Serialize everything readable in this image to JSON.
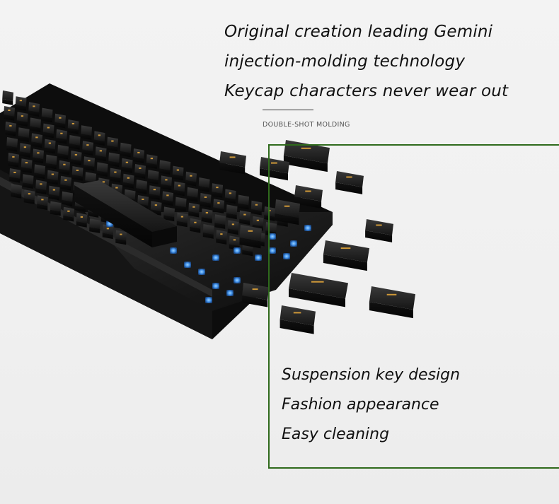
{
  "headline": {
    "line1": "Original creation leading Gemini",
    "line2": "injection-molding technology",
    "line3": "Keycap characters never wear out"
  },
  "section_label": "DOUBLE-SHOT MOLDING",
  "features": {
    "item1": "Suspension key design",
    "item2": "Fashion appearance",
    "item3": "Easy cleaning"
  },
  "colors": {
    "frame_border": "#2f6a1c",
    "keycap": "#1b1b1b",
    "legend_glow": "#e0a43a",
    "switch_blue": "#4aa6ff"
  }
}
